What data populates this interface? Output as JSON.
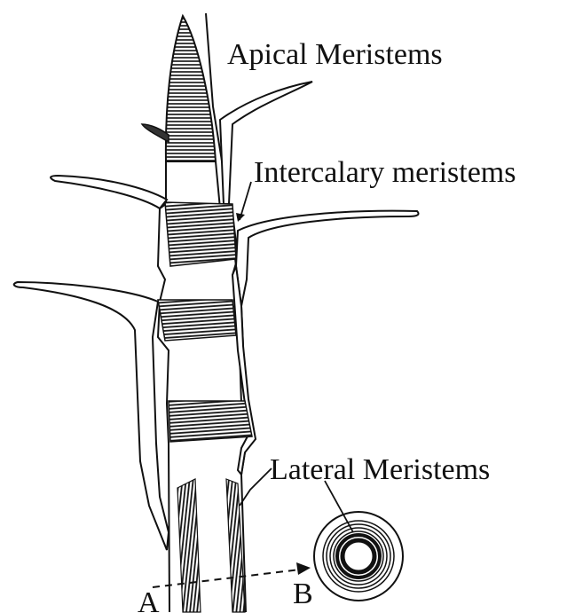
{
  "labels": {
    "apical": "Apical Meristems",
    "intercalary": "Intercalary meristems",
    "lateral": "Lateral Meristems",
    "point_a": "A",
    "point_b": "B"
  },
  "colors": {
    "ink": "#111111",
    "background": "#ffffff"
  }
}
